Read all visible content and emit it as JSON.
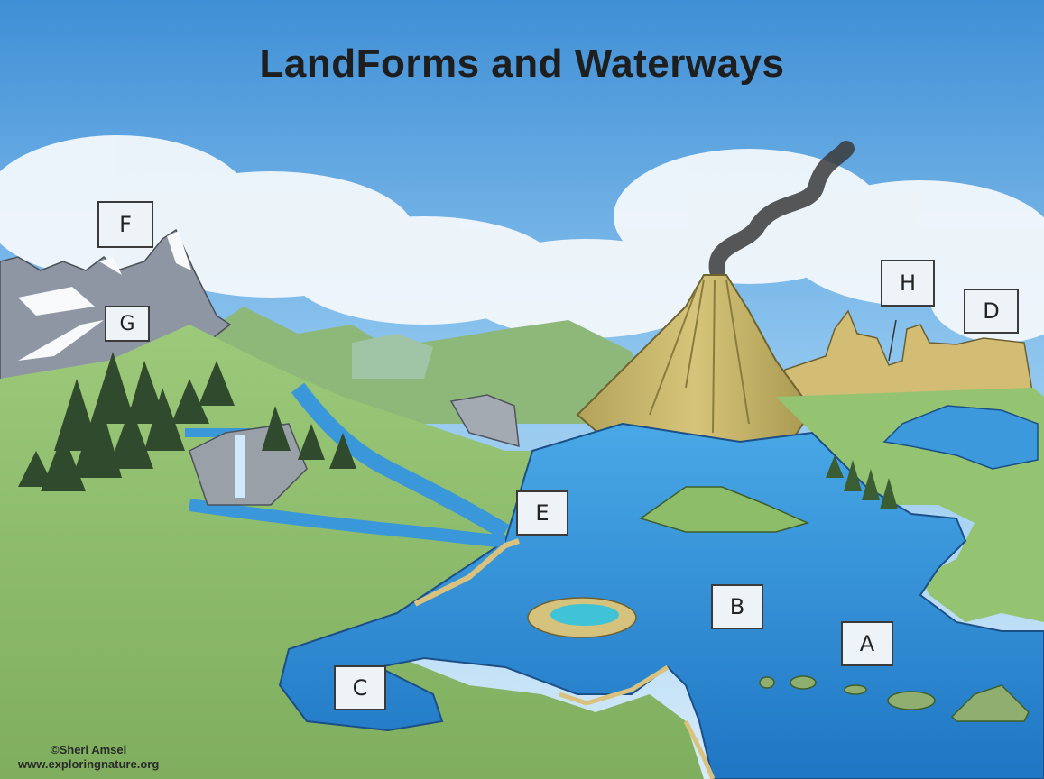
{
  "title": "LandForms and Waterways",
  "labels": {
    "a": "A",
    "b": "B",
    "c": "C",
    "d": "D",
    "e": "E",
    "f": "F",
    "g": "G",
    "h": "H"
  },
  "credit": {
    "author": "©Sheri Amsel",
    "site": "www.exploringnature.org"
  },
  "colors": {
    "sky_top": "#3f8fd6",
    "sky_bottom": "#cfe7f8",
    "land": "#8fbf6a",
    "water": "#2a86d0",
    "volcano": "#c9b56a",
    "mountain": "#8e96a3"
  }
}
